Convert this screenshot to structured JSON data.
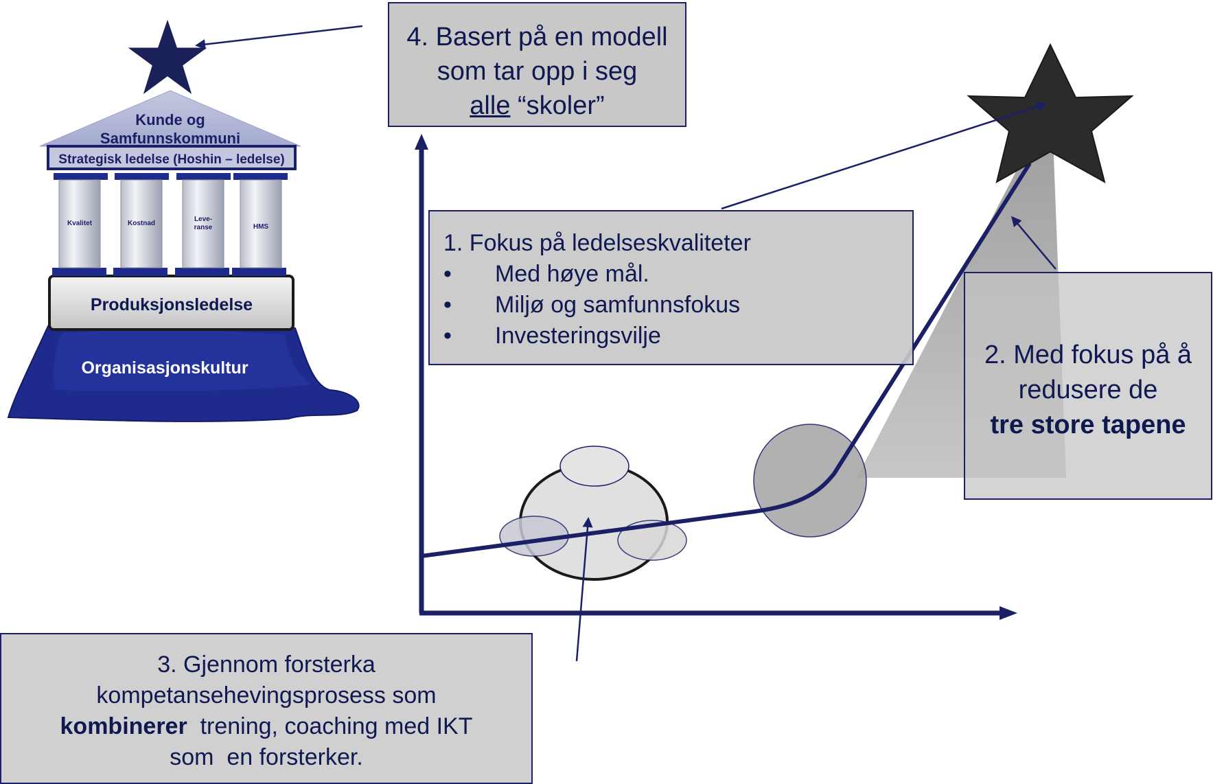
{
  "temple": {
    "roof_text_line1": "Kunde og",
    "roof_text_line2": "Samfunnskommuni",
    "beam_text": "Strategisk ledelse (Hoshin – ledelse)",
    "pillars": [
      {
        "label": "Kvalitet"
      },
      {
        "label": "Kostnad"
      },
      {
        "label_line1": "Leve-",
        "label_line2": "ranse"
      },
      {
        "label": "HMS"
      }
    ],
    "base_text": "Produksjonsledelse",
    "foundation_text": "Organisasjonskultur"
  },
  "box4": {
    "line1": "4. Basert på en modell",
    "line2": "som tar opp i seg",
    "line3_underlined": "alle",
    "line3_rest": " “skoler”"
  },
  "box1": {
    "heading": "1. Fokus på ledelseskvaliteter",
    "bullet_symbol": "•",
    "bullets": [
      "Med høye mål.",
      "Miljø og samfunnsfokus",
      "Investeringsvilje"
    ]
  },
  "box2": {
    "line1": "2. Med fokus på å",
    "line2": "redusere de",
    "line3_bold": "tre store tapene"
  },
  "box3": {
    "line1": "3. Gjennom forsterka",
    "line2": "kompetansehevingsprosess som",
    "line3_bold": "kombinerer",
    "line3_rest": "  trening, coaching med IKT",
    "line4": "som  en forsterker."
  },
  "colors": {
    "navy": "#1a1f66",
    "dark_navy_text": "#0f1850",
    "box_fill": "#d4d4d4",
    "star_dark": "#2b2b2b",
    "foundation": "#1e2a8c"
  }
}
